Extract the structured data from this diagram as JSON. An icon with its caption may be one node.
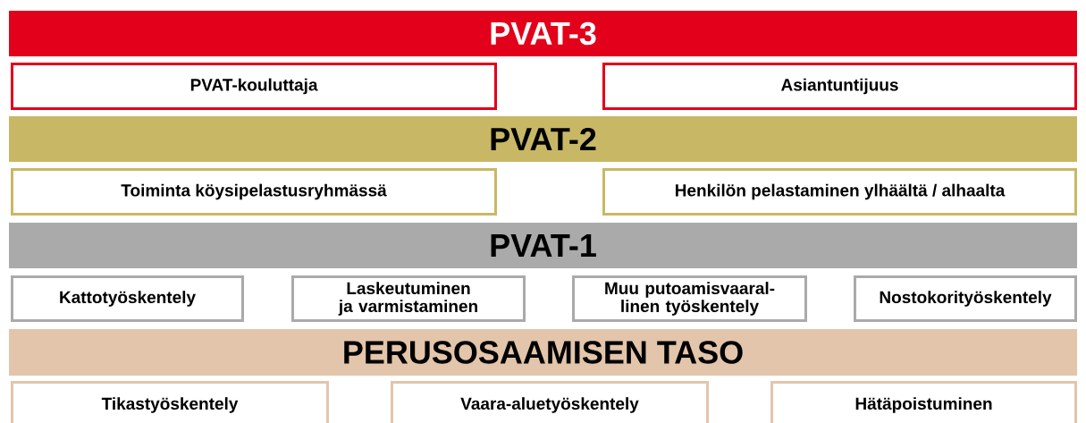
{
  "diagram": {
    "nodes": [
      {
        "text": [
          "PVAT-3"
        ]
      },
      {
        "text": [
          "PVAT-kouluttaja"
        ]
      },
      {
        "text": [
          "Asiantuntijuus"
        ]
      },
      {
        "text": [
          "PVAT-2"
        ]
      },
      {
        "text": [
          "Toiminta köysipelastusryhmässä"
        ]
      },
      {
        "text": [
          "Henkilön pelastaminen ylhäältä / alhaalta"
        ]
      },
      {
        "text": [
          "PVAT-1"
        ]
      },
      {
        "text": [
          "Kattotyöskentely"
        ]
      },
      {
        "text": [
          "Laskeutuminen ja varmistaminen"
        ]
      },
      {
        "text": [
          "Muu putoamisvaaral-linen työskentely"
        ]
      },
      {
        "text": [
          "Nostokorityöskentely"
        ]
      },
      {
        "text": [
          "PERUSOSAAMISEN TASO"
        ]
      },
      {
        "text": [
          "Tikastyöskentely"
        ]
      },
      {
        "text": [
          "Vaara-aluetyöskentely"
        ]
      },
      {
        "text": [
          "Hätäpoistuminen"
        ]
      }
    ]
  }
}
